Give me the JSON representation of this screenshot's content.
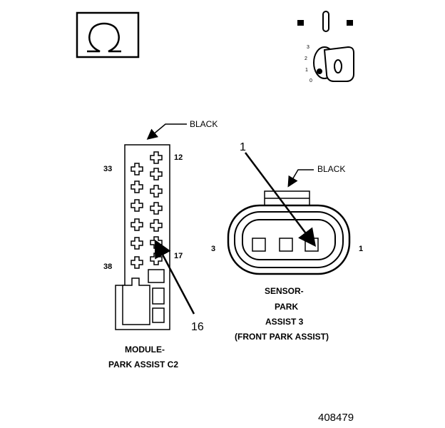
{
  "ignition_key": {
    "positions": [
      "3",
      "2",
      "1",
      "0"
    ]
  },
  "module_connector": {
    "color_label": "BLACK",
    "pins": {
      "top_left": "33",
      "top_right": "12",
      "bottom_left": "38",
      "bottom_right": "17"
    },
    "callout": "16",
    "title_line1": "MODULE-",
    "title_line2": "PARK ASSIST C2"
  },
  "sensor_connector": {
    "color_label": "BLACK",
    "callout": "1",
    "pin_left": "3",
    "pin_right": "1",
    "title_line1": "SENSOR-",
    "title_line2": "PARK",
    "title_line3": "ASSIST 3",
    "title_line4": "(FRONT PARK ASSIST)"
  },
  "figure_number": "408479"
}
